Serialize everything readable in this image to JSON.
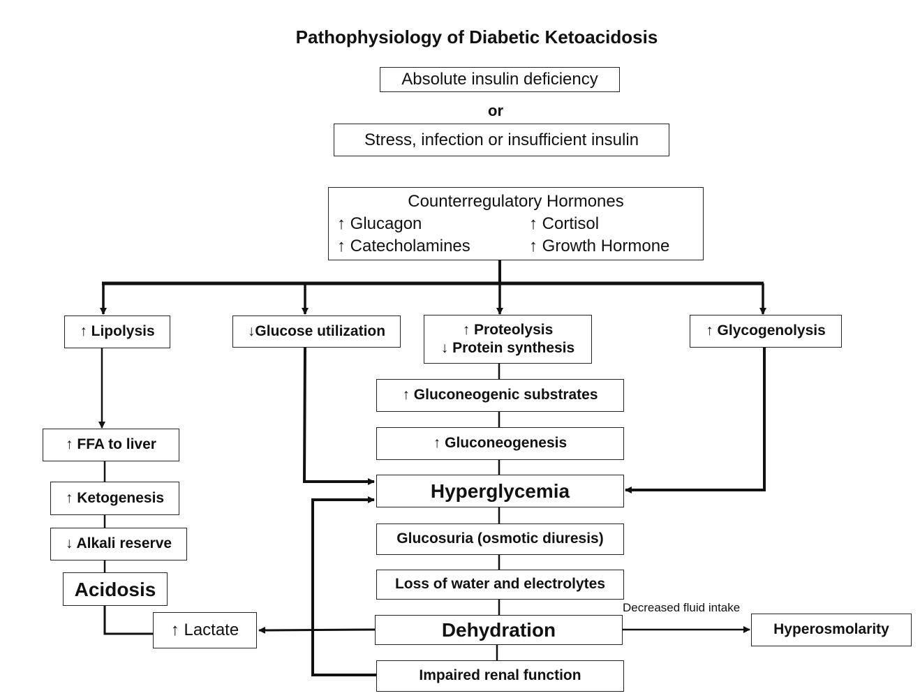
{
  "title": "Pathophysiology of Diabetic Ketoacidosis",
  "triggers": {
    "first": "Absolute insulin deficiency",
    "connector": "or",
    "second": "Stress, infection or insufficient insulin"
  },
  "hormones": {
    "heading": "Counterregulatory Hormones",
    "items": [
      "↑ Glucagon",
      "↑ Cortisol",
      "↑ Catecholamines",
      "↑ Growth Hormone"
    ]
  },
  "branches": {
    "lipolysis": "↑ Lipolysis",
    "glucose_utilization": "↓Glucose utilization",
    "proteolysis": "↑ Proteolysis",
    "protein_synthesis": "↓ Protein synthesis",
    "glycogenolysis": "↑ Glycogenolysis"
  },
  "left_chain": {
    "ffa": "↑ FFA to liver",
    "ketogenesis": "↑ Ketogenesis",
    "alkali": "↓ Alkali reserve",
    "acidosis": "Acidosis",
    "lactate": "↑ Lactate"
  },
  "center_chain": {
    "substrates": "↑ Gluconeogenic substrates",
    "gluconeogenesis": "↑ Gluconeogenesis",
    "hyperglycemia": "Hyperglycemia",
    "glucosuria": "Glucosuria (osmotic diuresis)",
    "loss": "Loss of water and electrolytes",
    "dehydration": "Dehydration",
    "renal": "Impaired renal function"
  },
  "right_chain": {
    "fluid_note": "Decreased fluid intake",
    "hyperosmolarity": "Hyperosmolarity"
  }
}
